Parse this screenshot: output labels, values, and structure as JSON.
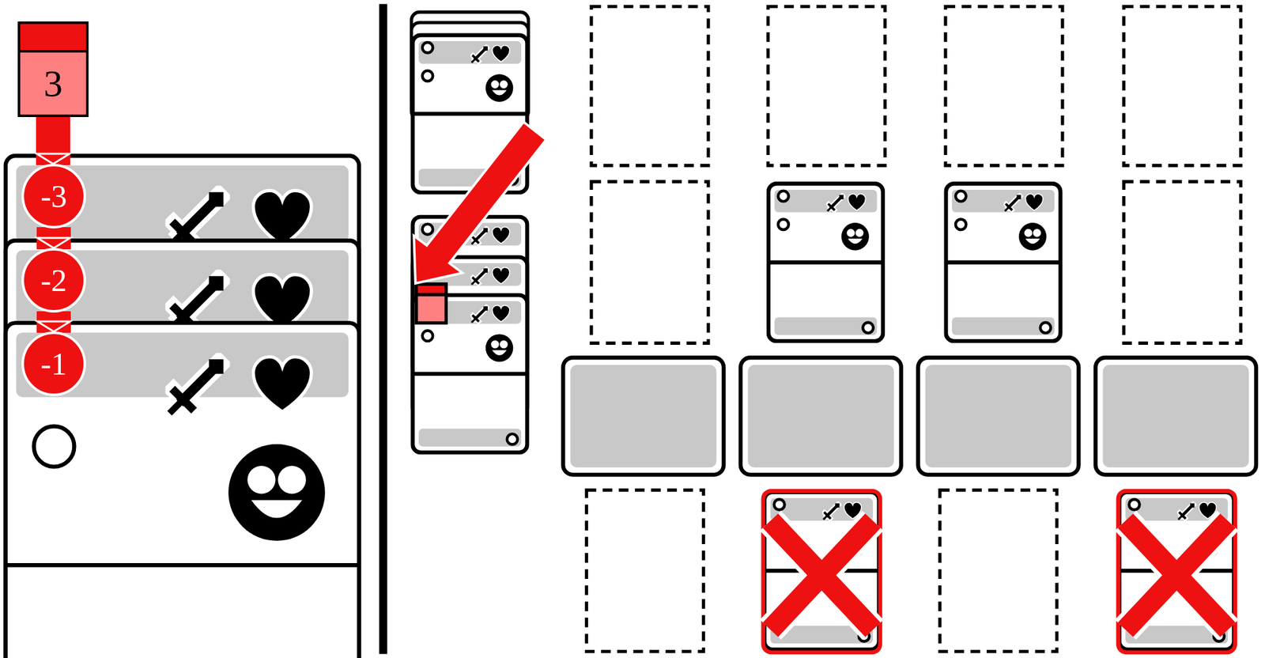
{
  "diagram": {
    "nodes": [
      {
        "text": [
          "3"
        ]
      },
      {
        "text": [
          "-3"
        ]
      },
      {
        "text": [
          "-2"
        ]
      },
      {
        "text": [
          "-1"
        ]
      }
    ],
    "edges": [
      {
        "from": 0,
        "to": 1,
        "arrow": "to"
      },
      {
        "from": 1,
        "to": 2,
        "arrow": "to"
      },
      {
        "from": 2,
        "to": 3,
        "arrow": "to"
      }
    ]
  }
}
